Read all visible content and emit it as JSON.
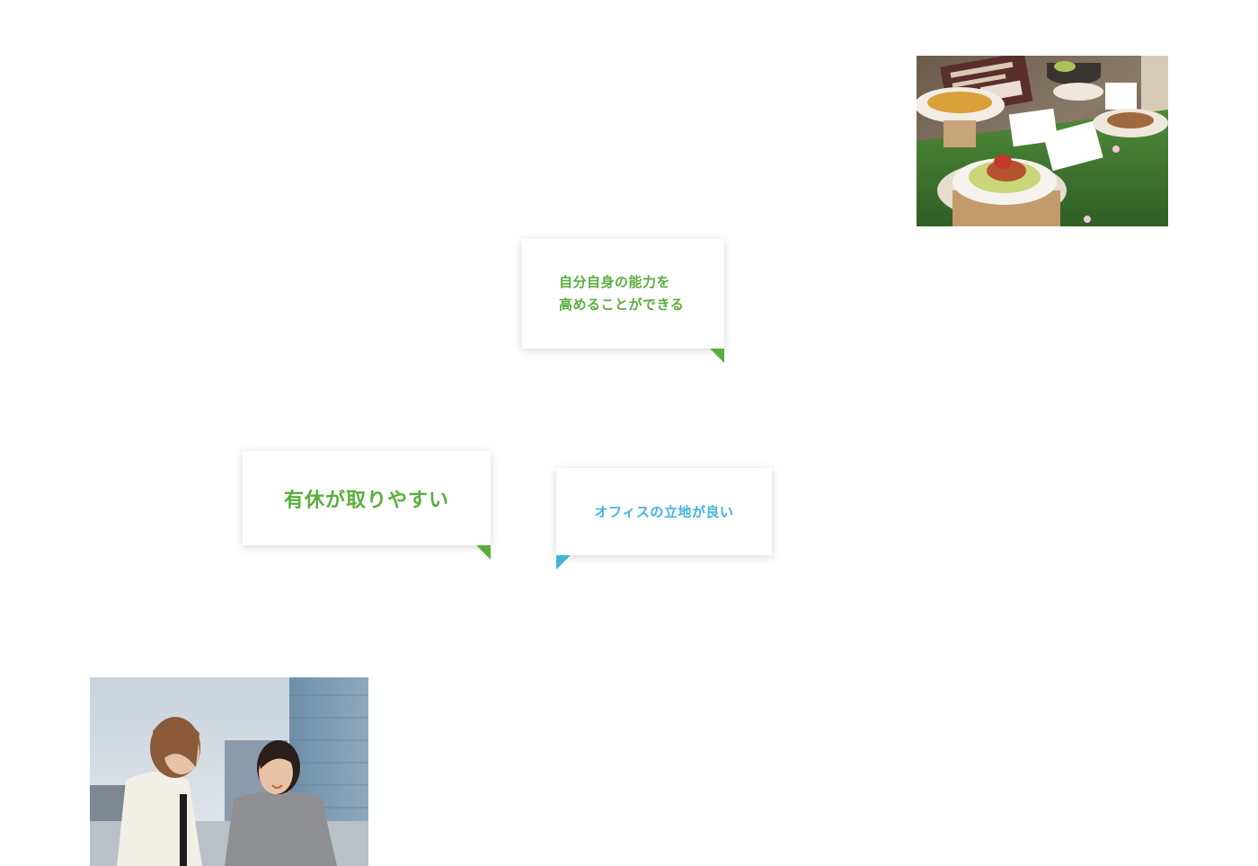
{
  "cards": {
    "skill": {
      "label": "自分自身の能力を\n高めることができる"
    },
    "leave": {
      "label": "有休が取りやすい"
    },
    "office": {
      "label": "オフィスの立地が良い"
    }
  },
  "colors": {
    "green": "#5aae3e",
    "blue": "#45b3e0"
  },
  "photos": {
    "food": {
      "icon": "cafeteria-food-photo"
    },
    "people": {
      "icon": "coworkers-talking-photo"
    }
  }
}
